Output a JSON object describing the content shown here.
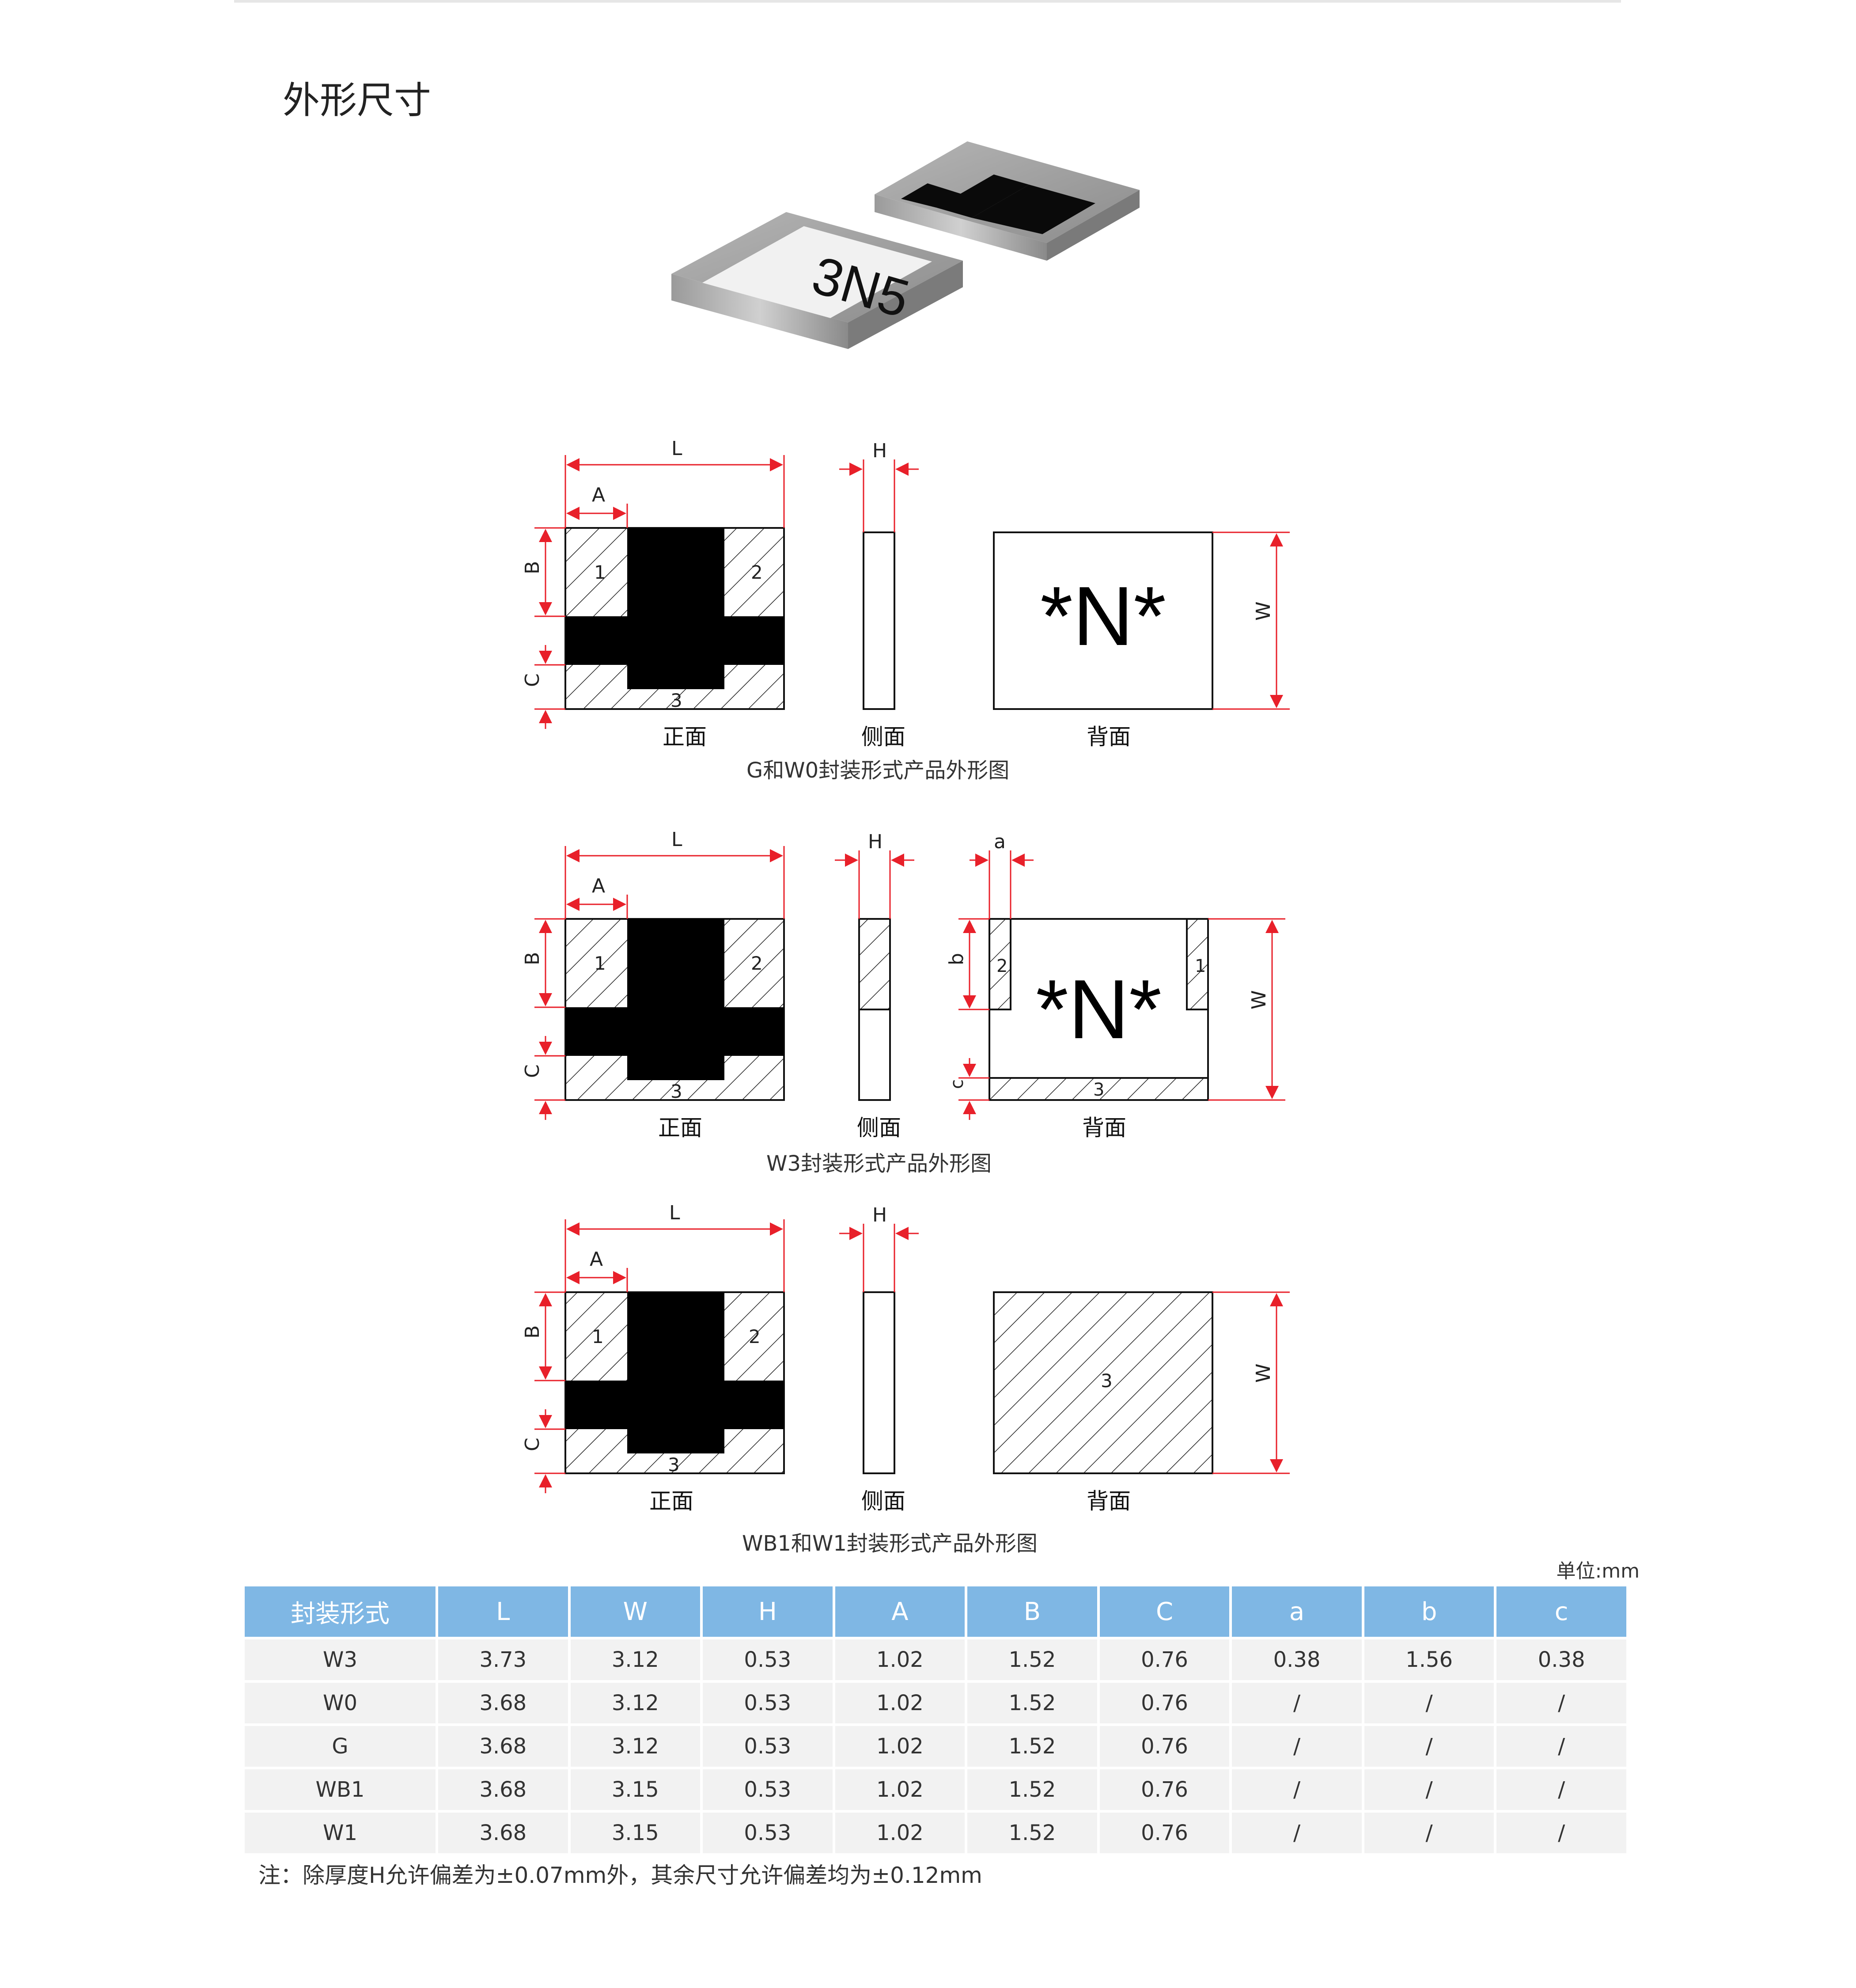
{
  "section_title": "外形尺寸",
  "photo": {
    "marking": "3N5"
  },
  "diagrams": [
    {
      "caption": "G和W0封装形式产品外形图",
      "front": {
        "view_label": "正面",
        "dim_L": "L",
        "dim_A": "A",
        "dim_B": "B",
        "dim_C": "C",
        "pad1": "1",
        "pad2": "2",
        "pad3": "3"
      },
      "side": {
        "view_label": "侧面",
        "dim_H": "H"
      },
      "back": {
        "view_label": "背面",
        "marking": "*N*",
        "dim_W": "W"
      }
    },
    {
      "caption": "W3封装形式产品外形图",
      "front": {
        "view_label": "正面",
        "dim_L": "L",
        "dim_A": "A",
        "dim_B": "B",
        "dim_C": "C",
        "pad1": "1",
        "pad2": "2",
        "pad3": "3"
      },
      "side": {
        "view_label": "侧面",
        "dim_H": "H"
      },
      "back": {
        "view_label": "背面",
        "marking": "*N*",
        "dim_W": "W",
        "dim_a": "a",
        "dim_b": "b",
        "dim_c": "c",
        "pad1": "1",
        "pad2": "2",
        "pad3": "3"
      }
    },
    {
      "caption": "WB1和W1封装形式产品外形图",
      "front": {
        "view_label": "正面",
        "dim_L": "L",
        "dim_A": "A",
        "dim_B": "B",
        "dim_C": "C",
        "pad1": "1",
        "pad2": "2",
        "pad3": "3"
      },
      "side": {
        "view_label": "侧面",
        "dim_H": "H"
      },
      "back": {
        "view_label": "背面",
        "dim_W": "W",
        "pad3": "3"
      }
    }
  ],
  "table": {
    "unit": "单位:mm",
    "headers": [
      "封装形式",
      "L",
      "W",
      "H",
      "A",
      "B",
      "C",
      "a",
      "b",
      "c"
    ],
    "rows": [
      [
        "W3",
        "3.73",
        "3.12",
        "0.53",
        "1.02",
        "1.52",
        "0.76",
        "0.38",
        "1.56",
        "0.38"
      ],
      [
        "W0",
        "3.68",
        "3.12",
        "0.53",
        "1.02",
        "1.52",
        "0.76",
        "/",
        "/",
        "/"
      ],
      [
        "G",
        "3.68",
        "3.12",
        "0.53",
        "1.02",
        "1.52",
        "0.76",
        "/",
        "/",
        "/"
      ],
      [
        "WB1",
        "3.68",
        "3.15",
        "0.53",
        "1.02",
        "1.52",
        "0.76",
        "/",
        "/",
        "/"
      ],
      [
        "W1",
        "3.68",
        "3.15",
        "0.53",
        "1.02",
        "1.52",
        "0.76",
        "/",
        "/",
        "/"
      ]
    ]
  },
  "note": "注：除厚度H允许偏差为±0.07mm外，其余尺寸允许偏差均为±0.12mm",
  "colors": {
    "dimension_line": "#e8202a",
    "table_header": "#7fb7e4",
    "table_cell": "#f2f2f2"
  }
}
